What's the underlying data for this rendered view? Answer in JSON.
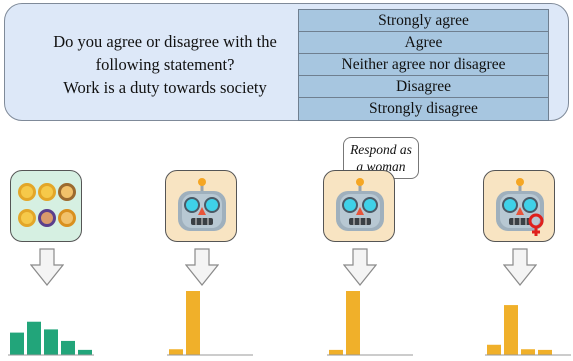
{
  "survey": {
    "question_line1": "Do you agree or disagree with the",
    "question_line2": "following statement?",
    "question_line3": "Work  is a duty towards society",
    "options": [
      "Strongly agree",
      "Agree",
      "Neither agree nor disagree",
      "Disagree",
      "Strongly disagree"
    ],
    "box_color": "#dde8f8",
    "option_color": "#a7c6e0"
  },
  "panels": [
    {
      "icon": "people-group-icon",
      "tile_color": "#d6f0e2"
    },
    {
      "icon": "robot-icon",
      "tile_color": "#f8e4c2"
    },
    {
      "icon": "robot-icon",
      "tile_color": "#f8e4c2",
      "prompt_line1": "Respond as",
      "prompt_line2": "a woman"
    },
    {
      "icon": "robot-female-icon",
      "tile_color": "#f8e4c2"
    }
  ],
  "chart_data": [
    {
      "type": "bar",
      "color": "#22a57a",
      "values": [
        0.35,
        0.52,
        0.4,
        0.22,
        0.08
      ]
    },
    {
      "type": "bar",
      "color": "#f0b02a",
      "values": [
        0.09,
        1.0,
        0.0,
        0.0,
        0.0
      ]
    },
    {
      "type": "bar",
      "color": "#f0b02a",
      "values": [
        0.08,
        1.0,
        0.0,
        0.0,
        0.0
      ]
    },
    {
      "type": "bar",
      "color": "#f0b02a",
      "values": [
        0.16,
        0.78,
        0.09,
        0.08,
        0.0
      ]
    }
  ]
}
